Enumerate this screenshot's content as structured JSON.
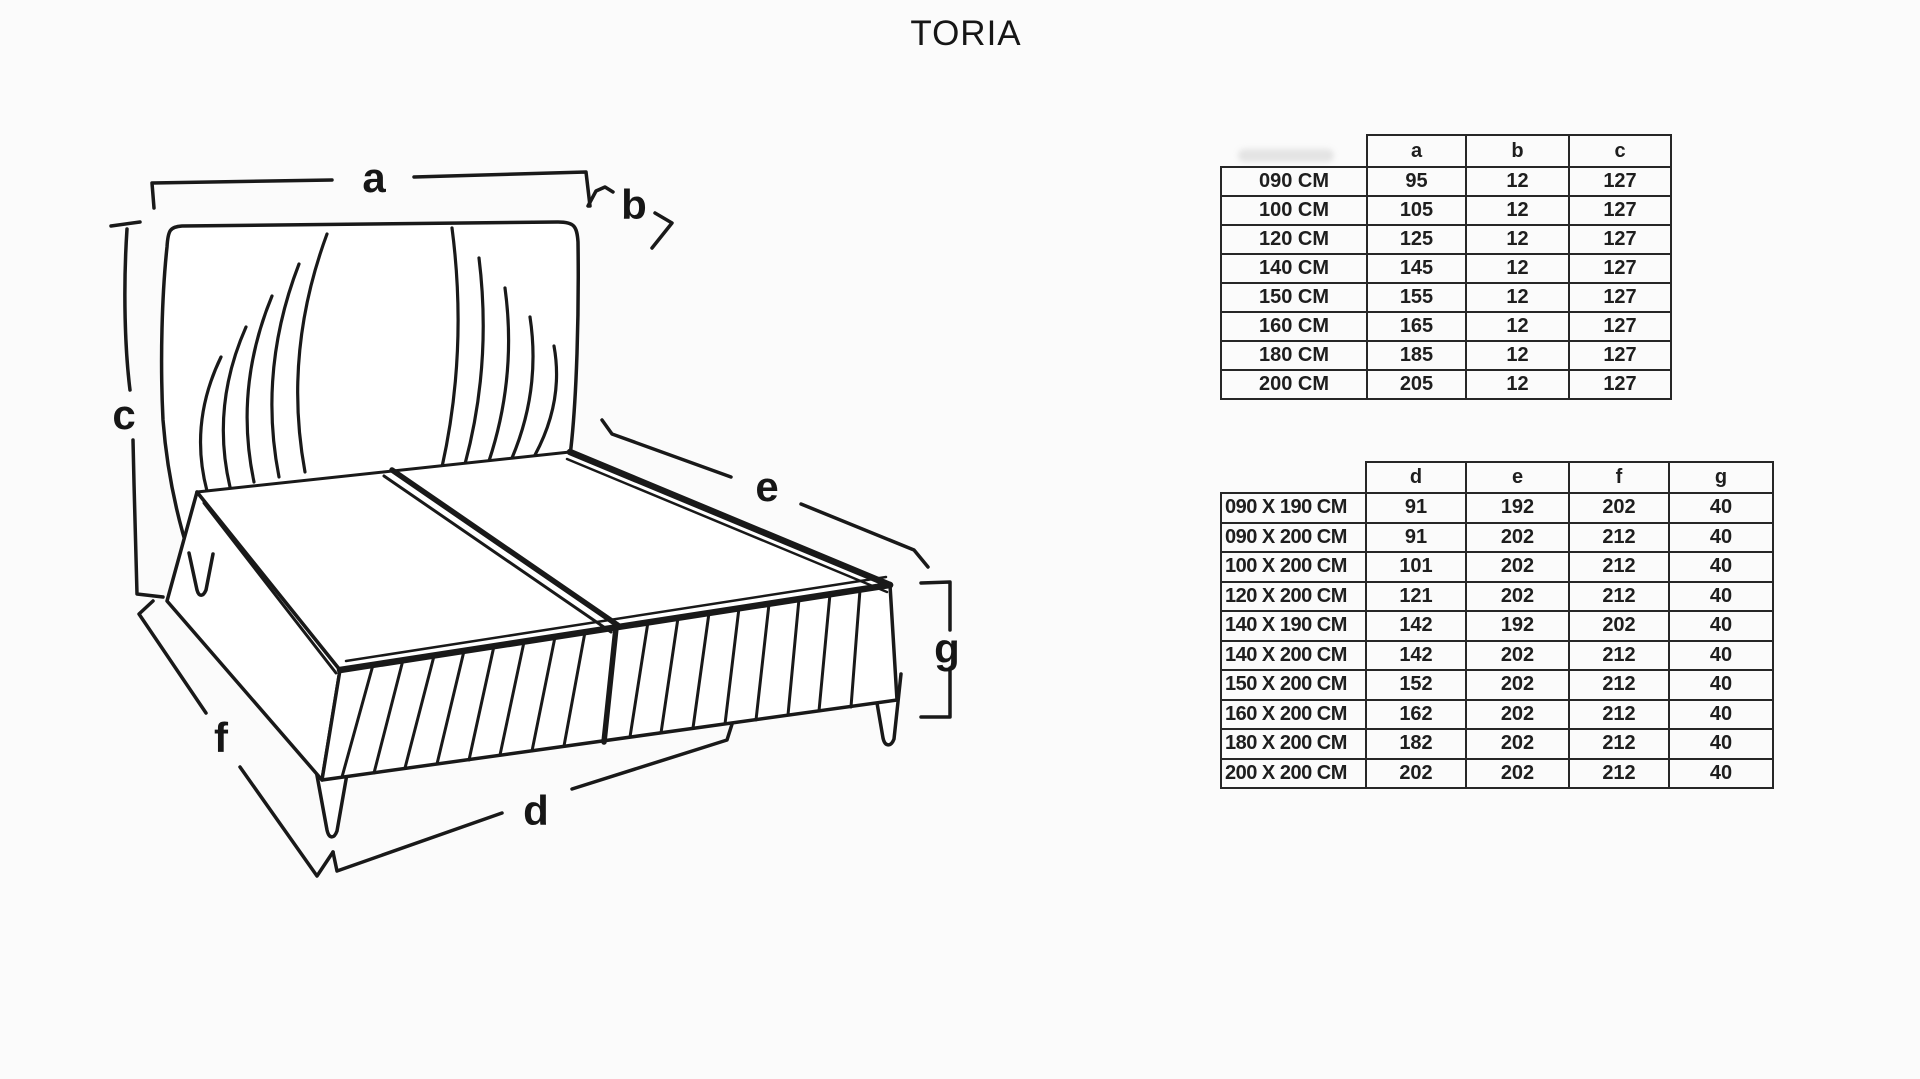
{
  "title": "TORIA",
  "diagram": {
    "labels": {
      "a": "a",
      "b": "b",
      "c": "c",
      "d": "d",
      "e": "e",
      "f": "f",
      "g": "g"
    }
  },
  "tables": {
    "widths": {
      "headers": [
        "a",
        "b",
        "c"
      ],
      "rows": [
        [
          "090 CM",
          "95",
          "12",
          "127"
        ],
        [
          "100 CM",
          "105",
          "12",
          "127"
        ],
        [
          "120 CM",
          "125",
          "12",
          "127"
        ],
        [
          "140 CM",
          "145",
          "12",
          "127"
        ],
        [
          "150 CM",
          "155",
          "12",
          "127"
        ],
        [
          "160 CM",
          "165",
          "12",
          "127"
        ],
        [
          "180 CM",
          "185",
          "12",
          "127"
        ],
        [
          "200 CM",
          "205",
          "12",
          "127"
        ]
      ]
    },
    "dimensions": {
      "headers": [
        "d",
        "e",
        "f",
        "g"
      ],
      "rows": [
        [
          "090 X 190 CM",
          "91",
          "192",
          "202",
          "40"
        ],
        [
          "090 X 200 CM",
          "91",
          "202",
          "212",
          "40"
        ],
        [
          "100 X 200 CM",
          "101",
          "202",
          "212",
          "40"
        ],
        [
          "120 X 200 CM",
          "121",
          "202",
          "212",
          "40"
        ],
        [
          "140 X 190 CM",
          "142",
          "192",
          "202",
          "40"
        ],
        [
          "140 X 200 CM",
          "142",
          "202",
          "212",
          "40"
        ],
        [
          "150 X 200 CM",
          "152",
          "202",
          "212",
          "40"
        ],
        [
          "160 X 200 CM",
          "162",
          "202",
          "212",
          "40"
        ],
        [
          "180 X 200 CM",
          "182",
          "202",
          "212",
          "40"
        ],
        [
          "200 X 200 CM",
          "202",
          "202",
          "212",
          "40"
        ]
      ]
    }
  }
}
